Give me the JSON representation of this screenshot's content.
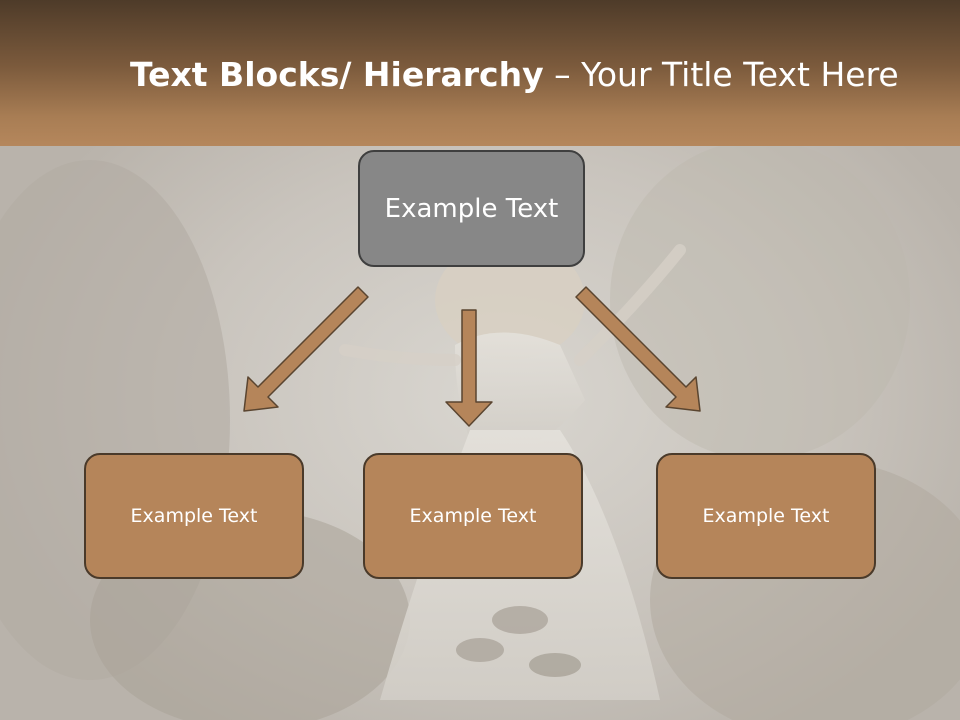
{
  "slide": {
    "title_bold": "Text Blocks/ Hierarchy",
    "title_dash": " – ",
    "title_rest": "Your Title Text Here"
  },
  "diagram": {
    "top_node": {
      "label": "Example Text"
    },
    "child_nodes": [
      {
        "label": "Example Text"
      },
      {
        "label": "Example Text"
      },
      {
        "label": "Example Text"
      }
    ]
  },
  "colors": {
    "header_brown": "#8a6443",
    "node_gray": "#878787",
    "node_brown": "#b5855a",
    "arrow_fill": "#b5855a",
    "arrow_stroke": "#5a4530"
  }
}
